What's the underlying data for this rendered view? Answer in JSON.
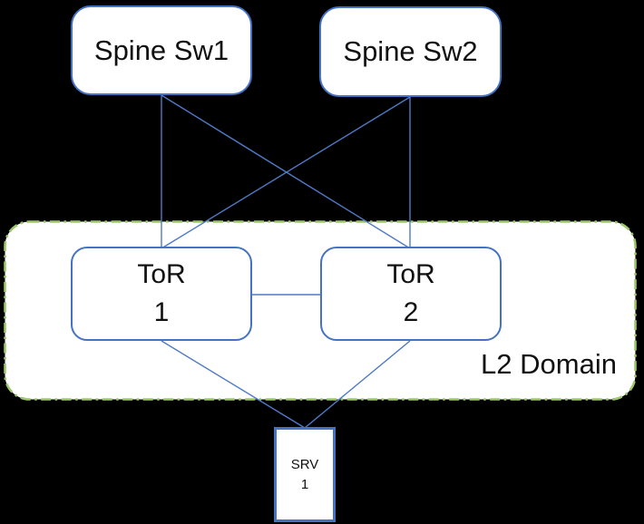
{
  "colors": {
    "background": "#000000",
    "node_fill": "#FFFFFF",
    "node_border": "#4472C4",
    "connector": "#4E7AC6",
    "l2_border": "#9CC86A",
    "text": "#111111"
  },
  "nodes": {
    "spine1": {
      "label": "Spine Sw1"
    },
    "spine2": {
      "label": "Spine Sw2"
    },
    "tor1": {
      "line1": "ToR",
      "line2": "1"
    },
    "tor2": {
      "line1": "ToR",
      "line2": "2"
    },
    "srv1": {
      "line1": "SRV",
      "line2": "1"
    }
  },
  "l2_domain": {
    "label": "L2 Domain"
  },
  "connections": [
    {
      "from": "Spine Sw1",
      "to": "ToR 1"
    },
    {
      "from": "Spine Sw1",
      "to": "ToR 2"
    },
    {
      "from": "Spine Sw2",
      "to": "ToR 1"
    },
    {
      "from": "Spine Sw2",
      "to": "ToR 2"
    },
    {
      "from": "ToR 1",
      "to": "ToR 2"
    },
    {
      "from": "ToR 1",
      "to": "SRV 1"
    },
    {
      "from": "ToR 2",
      "to": "SRV 1"
    }
  ]
}
